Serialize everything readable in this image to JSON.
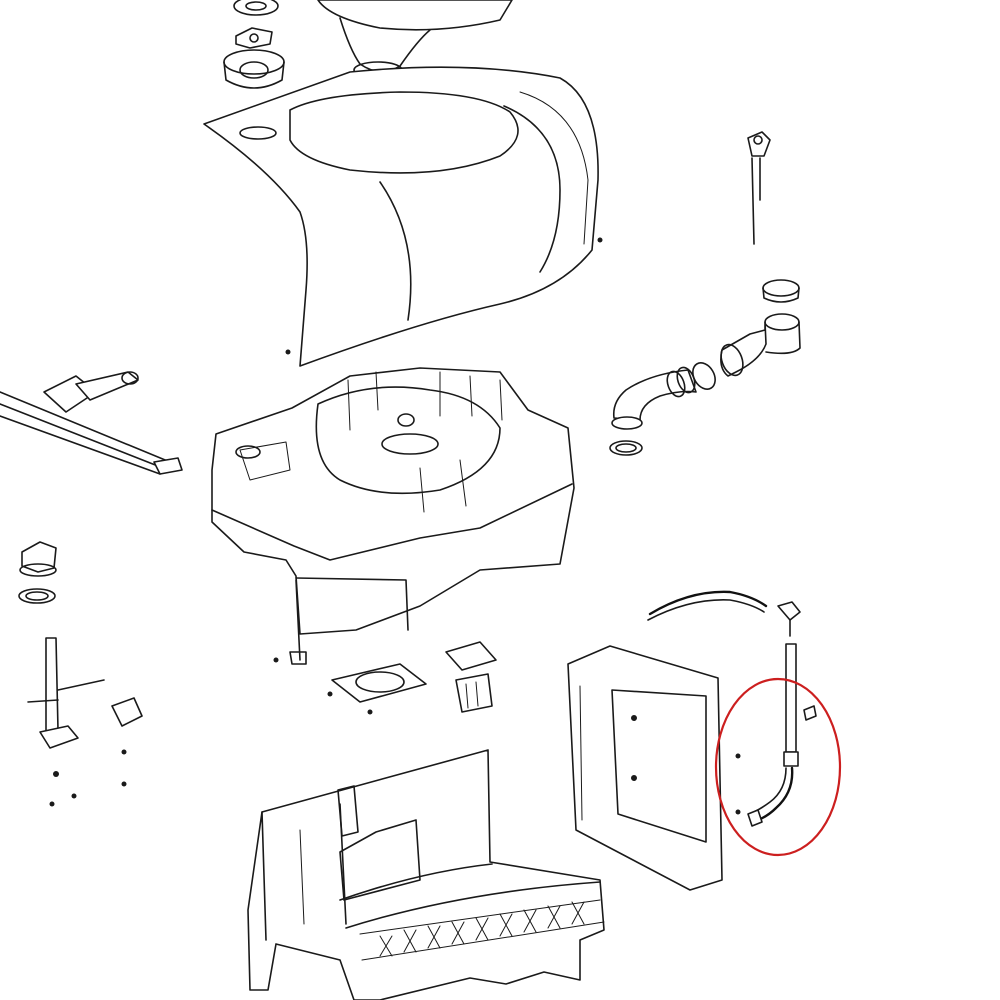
{
  "diagram": {
    "style": "exploded-parts-line-drawing",
    "background": "#ffffff",
    "line_color": "#1a1a1a",
    "highlight": {
      "shape": "ellipse",
      "color": "#cc1f1f",
      "target": "drain-hose-assembly"
    },
    "parts": [
      "bowl-top-ring",
      "pump-seal",
      "toilet-bowl",
      "bowl-shroud",
      "dipstick-rod",
      "elbow-cap",
      "outlet-elbow",
      "drain-elbow-fitting",
      "flush-valve-cable",
      "cassette-tank-body",
      "float-adapter",
      "gasket-ring",
      "level-sensor-rod",
      "bracket-clip",
      "cassette-seal-ring",
      "mount-plate",
      "cover-panel",
      "vent-tube",
      "drain-hose-assembly",
      "base-frame"
    ]
  }
}
